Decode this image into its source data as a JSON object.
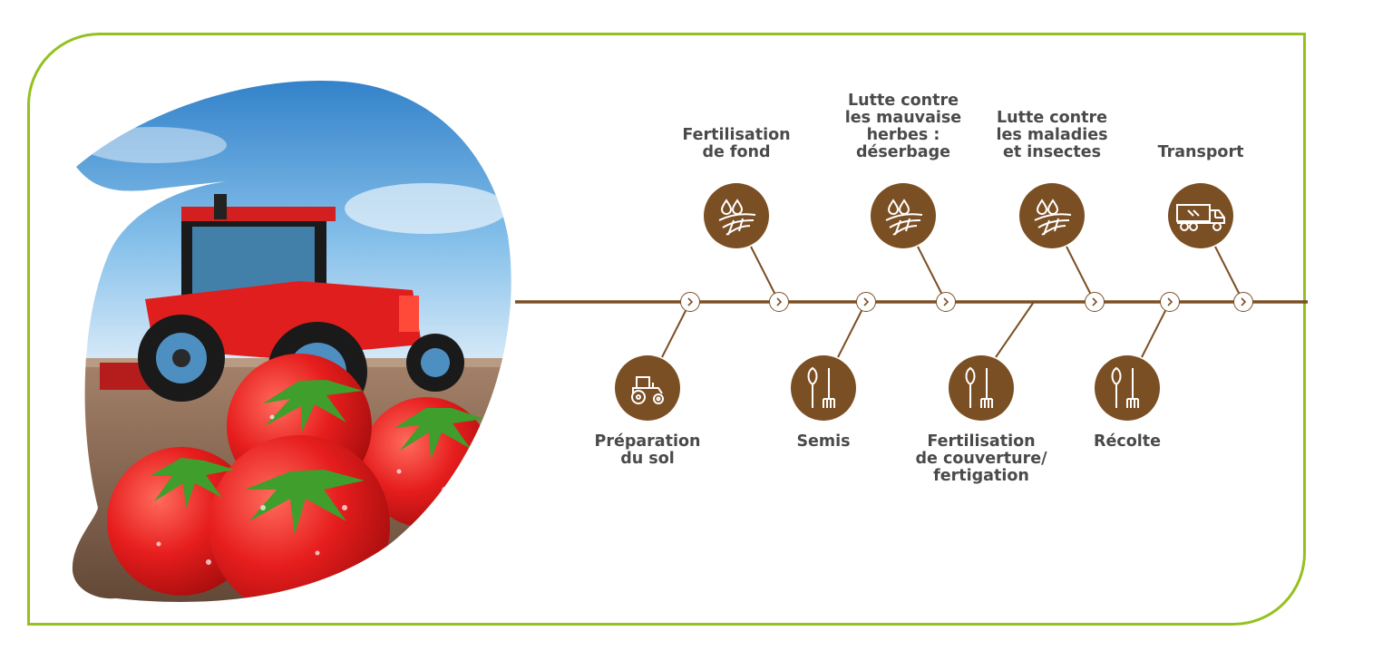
{
  "colors": {
    "frame": "#95c11f",
    "timeline": "#7b4f24",
    "icon_bg": "#7b4f24",
    "text": "#4a4a4a"
  },
  "steps": [
    {
      "label": "Préparation\ndu sol",
      "icon": "tractor-icon"
    },
    {
      "label": "Fertilisation\nde fond",
      "icon": "drops-field-icon"
    },
    {
      "label": "Semis",
      "icon": "shovel-rake-icon"
    },
    {
      "label": "Lutte contre\nles mauvaise\nherbes :\ndéserbage",
      "icon": "drops-field-icon"
    },
    {
      "label": "Fertilisation\nde couverture/\nfertigation",
      "icon": "shovel-rake-icon"
    },
    {
      "label": "Lutte contre\nles maladies\net insectes",
      "icon": "drops-field-icon"
    },
    {
      "label": "Récolte",
      "icon": "shovel-rake-icon"
    },
    {
      "label": "Transport",
      "icon": "truck-icon"
    }
  ]
}
